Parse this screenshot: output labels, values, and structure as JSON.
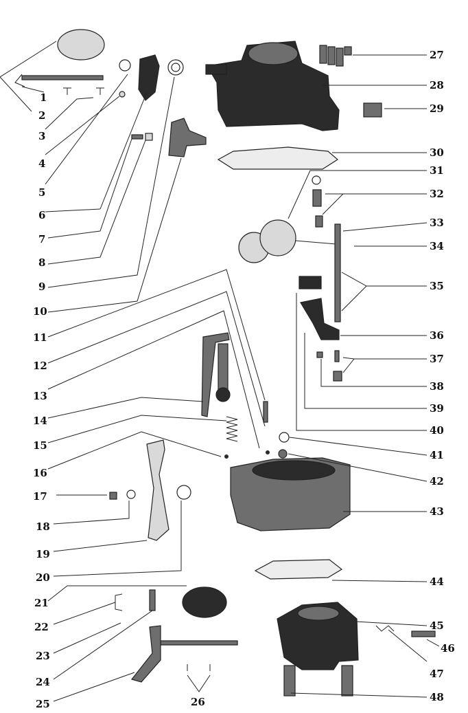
{
  "callouts_left": [
    "1",
    "2",
    "3",
    "4",
    "5",
    "6",
    "7",
    "8",
    "9",
    "10",
    "11",
    "12",
    "13",
    "14",
    "15",
    "16",
    "17",
    "18",
    "19",
    "20",
    "21",
    "22",
    "23",
    "24",
    "25"
  ],
  "callout_bottom": "26",
  "callouts_right": [
    "27",
    "28",
    "29",
    "30",
    "31",
    "32",
    "33",
    "34",
    "35",
    "36",
    "37",
    "38",
    "39",
    "40",
    "41",
    "42",
    "43",
    "44",
    "45",
    "46",
    "47",
    "48"
  ]
}
